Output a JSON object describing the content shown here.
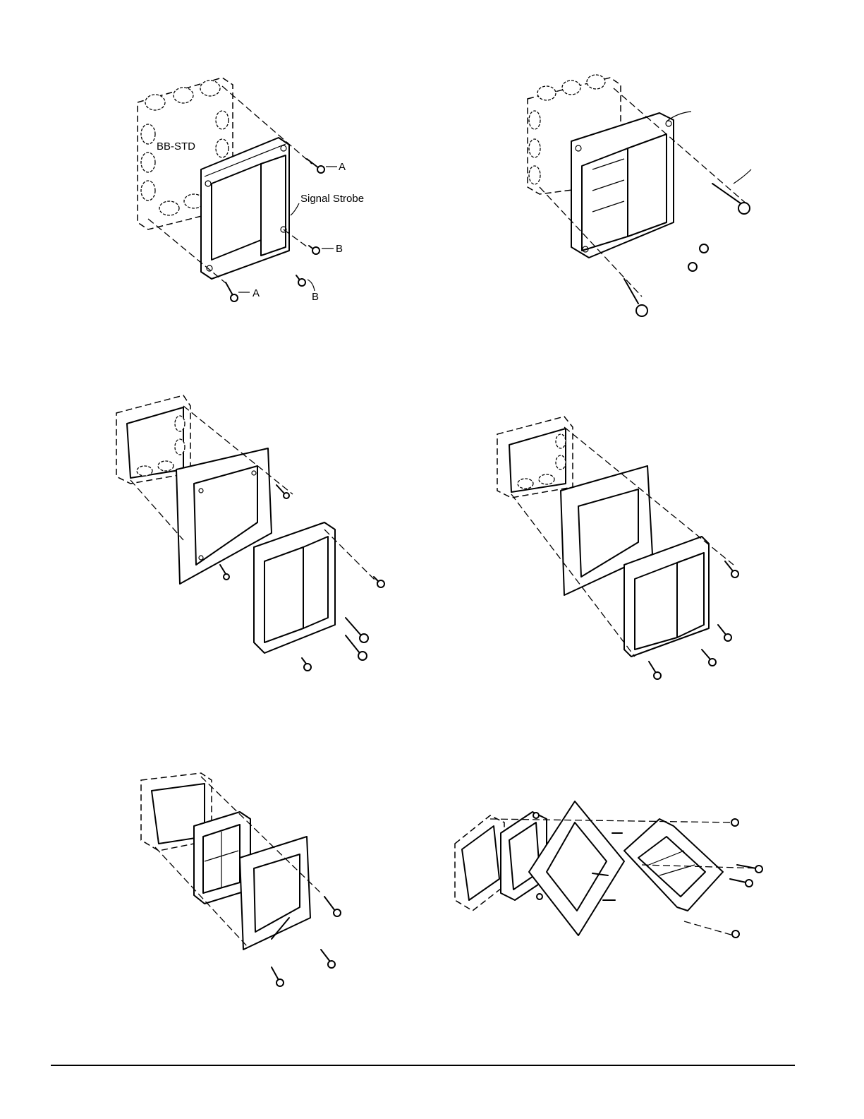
{
  "figures": [
    {
      "id": "fig-1",
      "labels": {
        "box": "BB-STD",
        "device": "Signal Strobe",
        "screw_a_top": "A",
        "screw_a_bottom": "A",
        "screw_b_top": "B",
        "screw_b_bottom": "B"
      }
    },
    {
      "id": "fig-2"
    },
    {
      "id": "fig-3"
    },
    {
      "id": "fig-4"
    },
    {
      "id": "fig-5"
    },
    {
      "id": "fig-6"
    }
  ]
}
